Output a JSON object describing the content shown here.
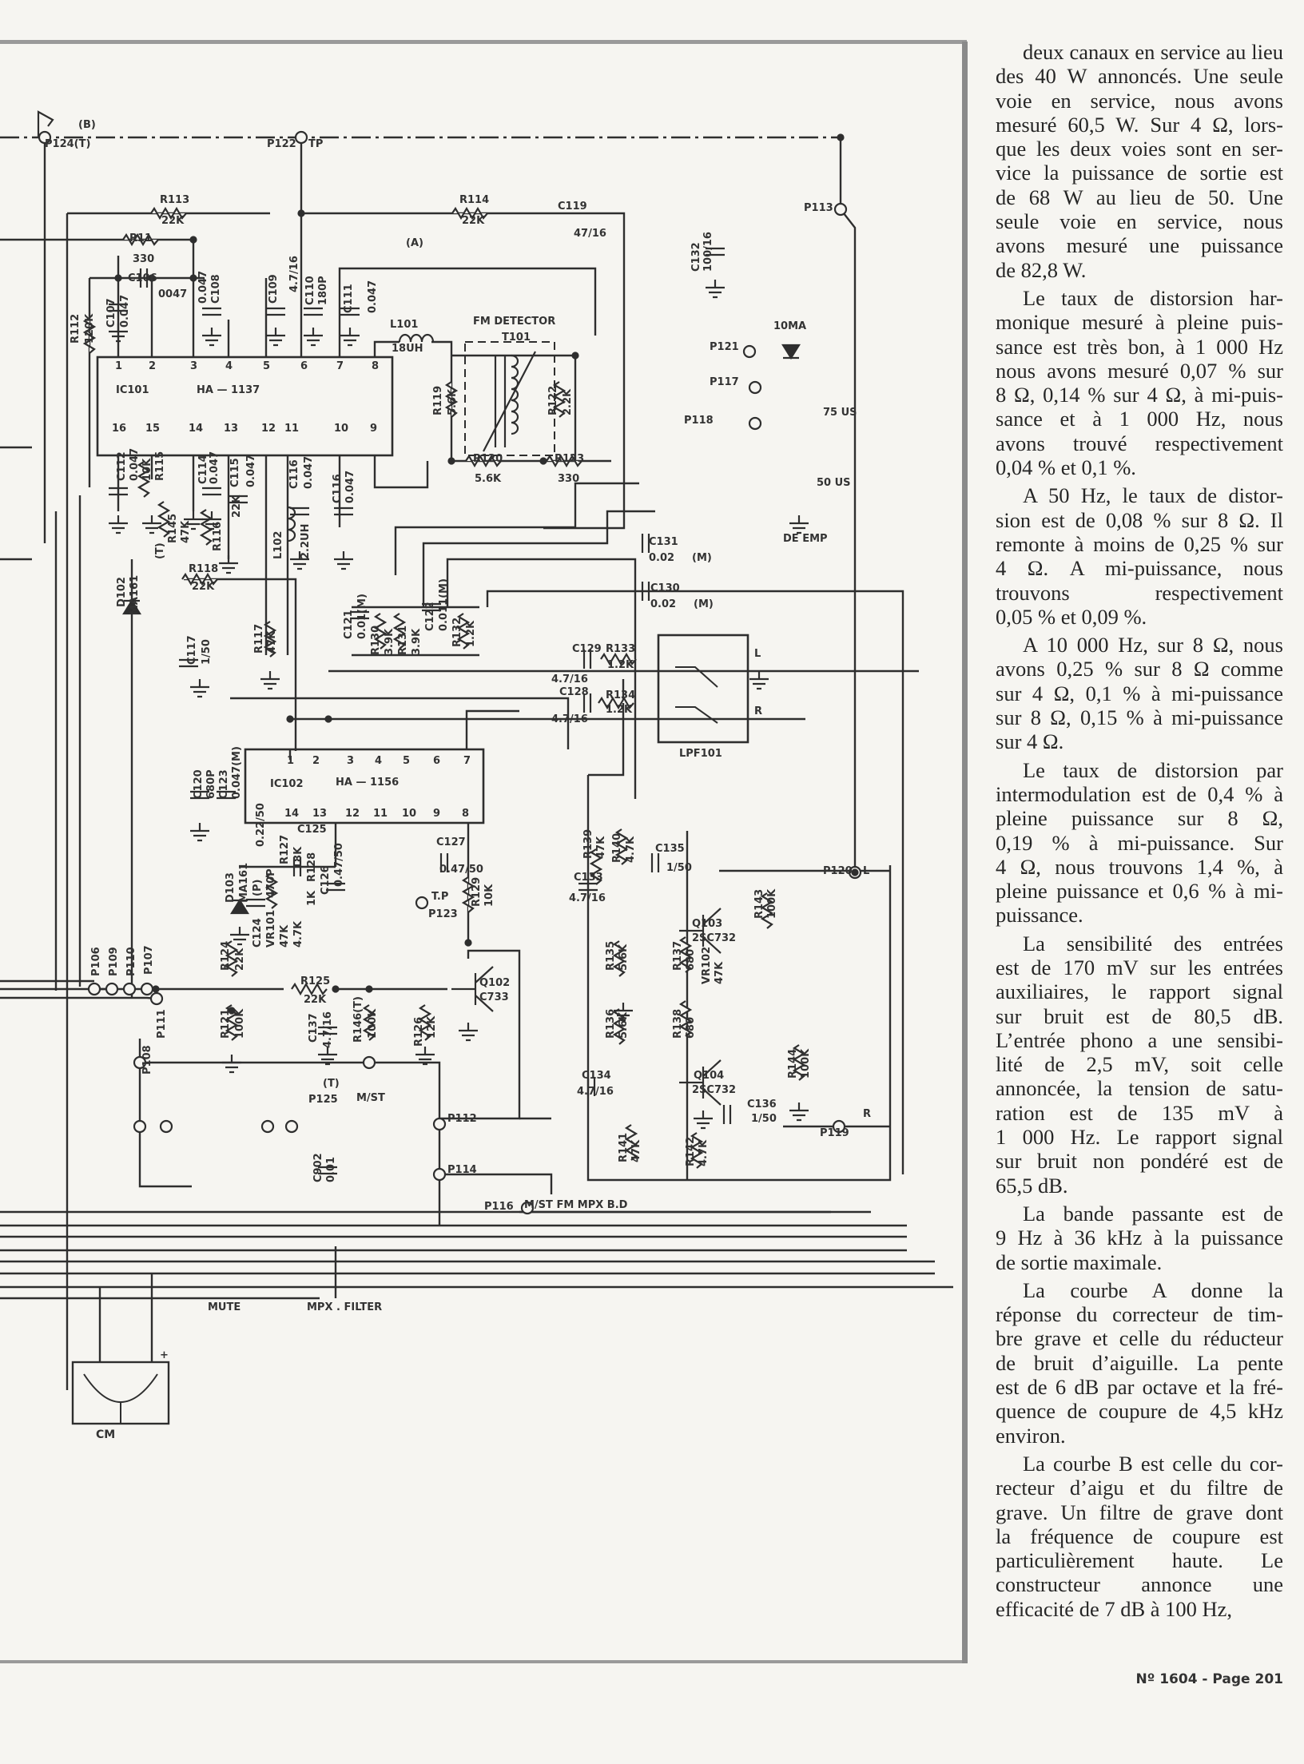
{
  "schematic": {
    "labels": [
      "(B)",
      "P124(T)",
      "P122",
      "TP",
      "R113",
      "22K",
      "R114",
      "22K",
      "(A)",
      "C119",
      "47/16",
      "P113",
      "R11",
      "330",
      "C106",
      "0047",
      "C107",
      "0.047",
      "R112",
      "120K",
      "0.047",
      "C108",
      "C109",
      "4.7/16",
      "C110",
      "180P",
      "C111",
      "0.047",
      "L101",
      "18UH",
      "FM DETECTOR",
      "T101",
      "C132",
      "100/16",
      "10MA",
      "P121",
      "P117",
      "P118",
      "75 US",
      "50 US",
      "DE EMP",
      "IC101",
      "HA — 1137",
      "1",
      "2",
      "3",
      "4",
      "5",
      "6",
      "7",
      "8",
      "16",
      "15",
      "14",
      "13",
      "12",
      "11",
      "10",
      "9",
      "R119",
      "5.6K",
      "R122",
      "2.2K",
      "R120",
      "5.6K",
      "R123",
      "330",
      "C112",
      "0.047",
      "10K",
      "R115",
      "C114",
      "0.047",
      "C115",
      "0.047",
      "C116",
      "0.047",
      "C116",
      "0.047",
      "R145",
      "47K",
      "(T)",
      "R116",
      "22K",
      "L102",
      "2.2UH",
      "D102",
      "MA161",
      "R118",
      "22K",
      "C117",
      "1/50",
      "R117",
      "47K",
      "C121",
      "0.01(M)",
      "R130",
      "3.9K",
      "R131",
      "3.9K",
      "C122",
      "0.011(M)",
      "R132",
      "1.2K",
      "C131",
      "0.02",
      "(M)",
      "C130",
      "0.02",
      "(M)",
      "C129",
      "R133",
      "1.2K",
      "4.7/16",
      "C128",
      "R134",
      "1.2K",
      "4.7/16",
      "LPF101",
      "L",
      "R",
      "IC102",
      "HA — 1156",
      "1",
      "2",
      "3",
      "4",
      "5",
      "6",
      "7",
      "14",
      "13",
      "12",
      "11",
      "10",
      "9",
      "8",
      "C120",
      "680P",
      "C123",
      "0.047(M)",
      "C125",
      "0.22/50",
      "C126",
      "0.47/50",
      "C127",
      "0.47/50",
      "T.P",
      "P123",
      "R129",
      "10K",
      "D103",
      "MA161",
      "C124",
      "(P)",
      "470P",
      "VR101",
      "47K",
      "R127",
      "18K",
      "R128",
      "1K",
      "4.7K",
      "R139",
      "47K",
      "R140",
      "4.7K",
      "C135",
      "1/50",
      "C133",
      "4.7/16",
      "Q103",
      "2SC732",
      "R143",
      "100K",
      "P120",
      "L",
      "R135",
      "5.6K",
      "R137",
      "680",
      "VR102",
      "47K",
      "R136",
      "5.6K",
      "R138",
      "680",
      "P106",
      "P109",
      "P110",
      "P107",
      "P111",
      "R124",
      "22K",
      "R125",
      "22K",
      "Q102",
      "C733",
      "R121",
      "100K",
      "C137",
      "4.7/16",
      "R146(T)",
      "100K",
      "R126",
      "12K",
      "C134",
      "4.7/16",
      "Q104",
      "2SC732",
      "R144",
      "100K",
      "C136",
      "1/50",
      "P119",
      "R",
      "R141",
      "47K",
      "R142",
      "4.7K",
      "(T)",
      "P125",
      "M/ST",
      "P108",
      "P112",
      "P114",
      "C902",
      "0.01",
      "P116",
      "M/ST  FM  MPX  B.D",
      "MUTE",
      "MPX . FILTER",
      "+",
      "CM"
    ]
  },
  "article": {
    "paragraphs": [
      [
        "deux canaux en service au lieu",
        "des 40 W annoncés. Une seule",
        "voie en service, nous avons",
        "mesuré 60,5 W. Sur 4 Ω, lors-",
        "que les deux voies sont en ser-",
        "vice la puissance de sortie est",
        "de 68 W au lieu de 50. Une",
        "seule voie en service, nous",
        "avons mesuré une puissance",
        "de 82,8 W."
      ],
      [
        "Le taux de distorsion har-",
        "monique mesuré à pleine puis-",
        "sance est très bon, à 1 000 Hz",
        "nous avons mesuré 0,07 % sur",
        "8 Ω, 0,14 % sur 4 Ω, à mi-puis-",
        "sance et à 1 000 Hz, nous",
        "avons trouvé respectivement",
        "0,04 % et 0,1 %."
      ],
      [
        "A 50 Hz, le taux de distor-",
        "sion est de 0,08 % sur 8 Ω. Il",
        "remonte à moins de 0,25 % sur",
        "4 Ω. A mi-puissance, nous",
        "trouvons respectivement",
        "0,05 % et 0,09 %."
      ],
      [
        "A 10 000 Hz, sur 8 Ω, nous",
        "avons 0,25 % sur 8 Ω comme",
        "sur 4 Ω, 0,1 % à mi-puissance",
        "sur 8 Ω, 0,15 % à mi-puissance",
        "sur 4 Ω."
      ],
      [
        "Le taux de distorsion par",
        "intermodulation est de 0,4 % à",
        "pleine puissance sur 8 Ω,",
        "0,19 % à mi-puissance. Sur",
        "4 Ω, nous trouvons 1,4 %, à",
        "pleine puissance et 0,6 % à mi-",
        "puissance."
      ],
      [
        "La sensibilité des entrées",
        "est de 170 mV sur les entrées",
        "auxiliaires, le rapport signal",
        "sur bruit est de 80,5 dB.",
        "L’entrée phono a une sensibi-",
        "lité de 2,5 mV, soit celle",
        "annoncée, la tension de satu-",
        "ration est de 135 mV à",
        "1 000 Hz. Le rapport signal",
        "sur bruit non pondéré est de",
        "65,5 dB."
      ],
      [
        "La bande passante est de",
        "9 Hz à 36 kHz à la puissance",
        "de sortie maximale."
      ],
      [
        "La courbe A donne la",
        "réponse du correcteur de tim-",
        "bre grave et celle du réducteur",
        "de bruit d’aiguille. La pente",
        "est de 6 dB par octave et la fré-",
        "quence de coupure de 4,5 kHz",
        "environ."
      ],
      [
        "La courbe B est celle du cor-",
        "recteur d’aigu et du filtre de",
        "grave. Un filtre de grave dont",
        "la fréquence de coupure est",
        "particulièrement haute. Le",
        "constructeur annonce une",
        "efficacité de 7 dB à 100 Hz,"
      ]
    ]
  },
  "footer": {
    "page_number": "Nº 1604 - Page 201"
  },
  "colors": {
    "paper": "#f6f5f1",
    "ink": "#2a2a2a",
    "frame": "#8a8a8a"
  }
}
